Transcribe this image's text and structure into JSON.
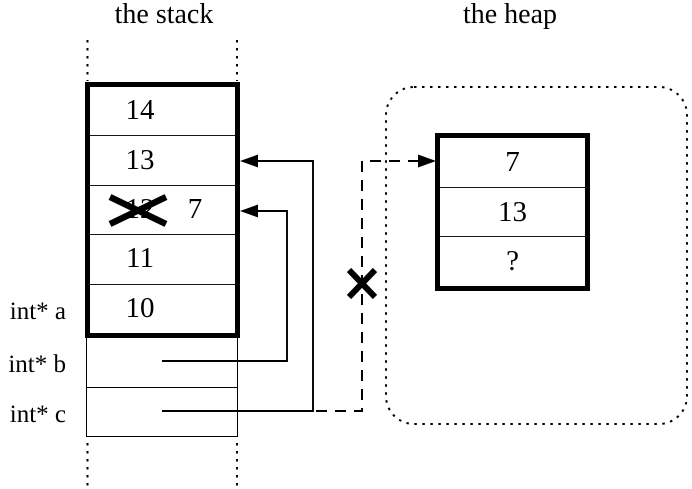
{
  "titles": {
    "stack": "the stack",
    "heap": "the heap"
  },
  "stack": {
    "cells": [
      {
        "value": "14"
      },
      {
        "value": "13"
      },
      {
        "value": "12",
        "crossed_out": true,
        "new_value": "7"
      },
      {
        "value": "11"
      },
      {
        "value": "10"
      }
    ],
    "pointer_labels": [
      {
        "label": "int* a"
      },
      {
        "label": "int* b"
      },
      {
        "label": "int* c"
      }
    ]
  },
  "heap": {
    "cells": [
      {
        "value": "7"
      },
      {
        "value": "13"
      },
      {
        "value": "?"
      }
    ]
  },
  "connections": [
    {
      "from": "int* b",
      "to": "stack cell with 12 crossed out / 7",
      "style": "solid-arrow"
    },
    {
      "from": "int* c",
      "to": "stack cell with 13",
      "style": "solid-arrow"
    },
    {
      "from": "int* c",
      "to": "heap cell with 7",
      "style": "dashed-arrow",
      "crossed_out": true
    }
  ],
  "marks": {
    "overwritten_value_cross": "X over old stack value 12",
    "deleted_pointer_cross": "X over dashed pointer line to heap"
  },
  "colors": {
    "line": "#000000",
    "background": "#ffffff"
  }
}
